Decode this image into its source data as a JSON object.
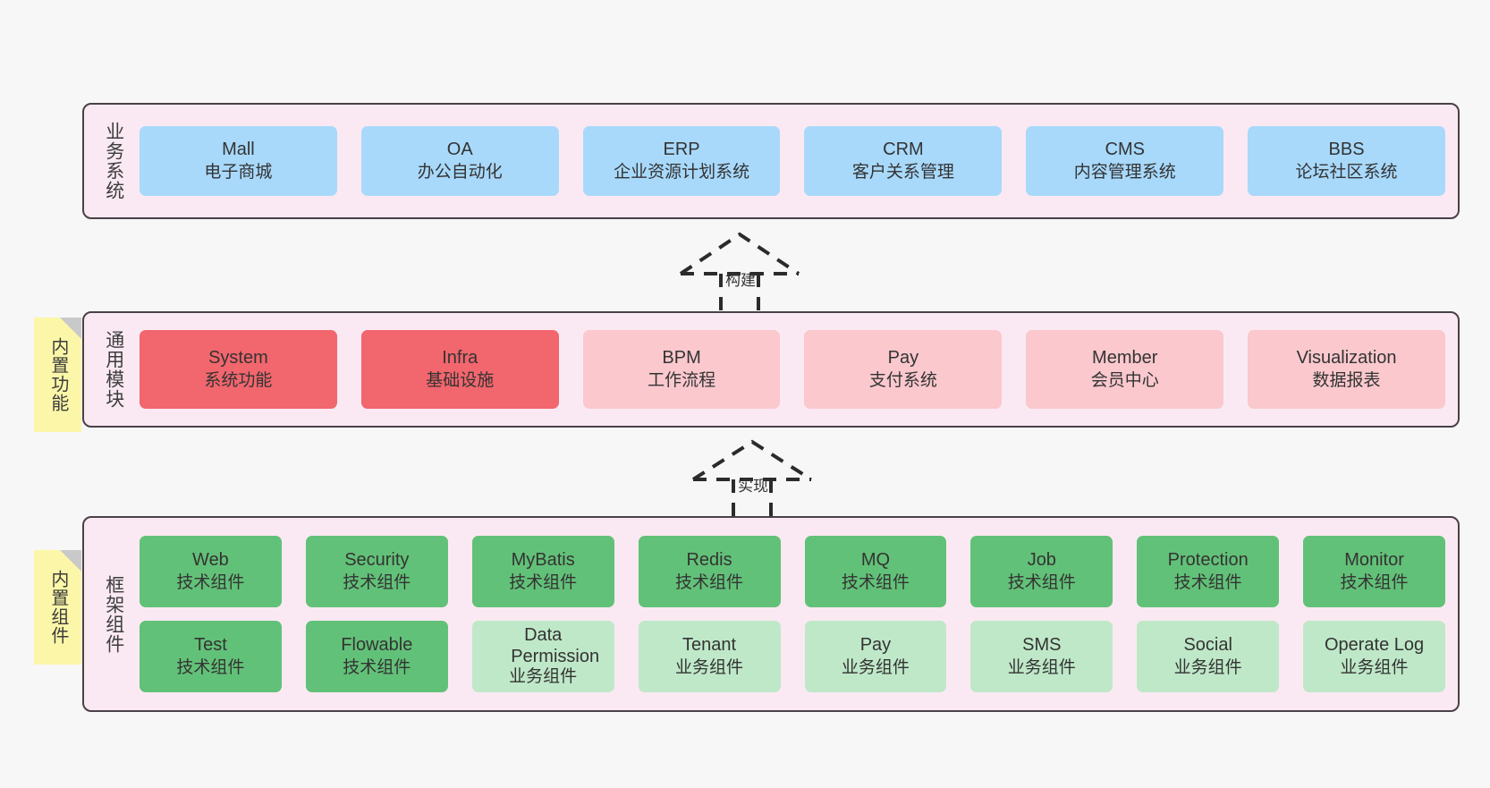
{
  "background_color": "#f7f7f7",
  "palette": {
    "layer_fill": "#fae9f2",
    "layer_border": "#4a4147",
    "blue": "#a8d9fb",
    "red": "#f2666d",
    "pink": "#fac8cd",
    "green": "#62c178",
    "light_green": "#bfe8c8",
    "note_yellow": "#fcf7a8",
    "note_fold": "#c9c9c9"
  },
  "layers": [
    {
      "id": "business-systems",
      "title": "业务系统",
      "note": null,
      "rows": [
        {
          "id": "business-row",
          "cards": [
            {
              "en": "Mall",
              "cn": "电子商城",
              "color": "blue"
            },
            {
              "en": "OA",
              "cn": "办公自动化",
              "color": "blue"
            },
            {
              "en": "ERP",
              "cn": "企业资源计划系统",
              "color": "blue"
            },
            {
              "en": "CRM",
              "cn": "客户关系管理",
              "color": "blue"
            },
            {
              "en": "CMS",
              "cn": "内容管理系统",
              "color": "blue"
            },
            {
              "en": "BBS",
              "cn": "论坛社区系统",
              "color": "blue"
            }
          ]
        }
      ]
    },
    {
      "id": "common-modules",
      "title": "通用模块",
      "note": "内置功能",
      "rows": [
        {
          "id": "module-row",
          "cards": [
            {
              "en": "System",
              "cn": "系统功能",
              "color": "red"
            },
            {
              "en": "Infra",
              "cn": "基础设施",
              "color": "red"
            },
            {
              "en": "BPM",
              "cn": "工作流程",
              "color": "pink"
            },
            {
              "en": "Pay",
              "cn": "支付系统",
              "color": "pink"
            },
            {
              "en": "Member",
              "cn": "会员中心",
              "color": "pink"
            },
            {
              "en": "Visualization",
              "cn": "数据报表",
              "color": "pink"
            }
          ]
        }
      ]
    },
    {
      "id": "framework-components",
      "title": "框架组件",
      "note": "内置组件",
      "rows": [
        {
          "id": "tech-component-row",
          "cards": [
            {
              "en": "Web",
              "cn": "技术组件",
              "color": "green"
            },
            {
              "en": "Security",
              "cn": "技术组件",
              "color": "green"
            },
            {
              "en": "MyBatis",
              "cn": "技术组件",
              "color": "green"
            },
            {
              "en": "Redis",
              "cn": "技术组件",
              "color": "green"
            },
            {
              "en": "MQ",
              "cn": "技术组件",
              "color": "green"
            },
            {
              "en": "Job",
              "cn": "技术组件",
              "color": "green"
            },
            {
              "en": "Protection",
              "cn": "技术组件",
              "color": "green"
            },
            {
              "en": "Monitor",
              "cn": "技术组件",
              "color": "green"
            }
          ]
        },
        {
          "id": "business-component-row",
          "cards": [
            {
              "en": "Test",
              "cn": "技术组件",
              "color": "green"
            },
            {
              "en": "Flowable",
              "cn": "技术组件",
              "color": "green"
            },
            {
              "en": "Data Permission",
              "cn": "业务组件",
              "color": "lgreen"
            },
            {
              "en": "Tenant",
              "cn": "业务组件",
              "color": "lgreen"
            },
            {
              "en": "Pay",
              "cn": "业务组件",
              "color": "lgreen"
            },
            {
              "en": "SMS",
              "cn": "业务组件",
              "color": "lgreen"
            },
            {
              "en": "Social",
              "cn": "业务组件",
              "color": "lgreen"
            },
            {
              "en": "Operate Log",
              "cn": "业务组件",
              "color": "lgreen"
            }
          ]
        }
      ]
    }
  ],
  "connectors": [
    {
      "id": "build-connector",
      "label": "构建"
    },
    {
      "id": "implement-connector",
      "label": "实现"
    }
  ]
}
